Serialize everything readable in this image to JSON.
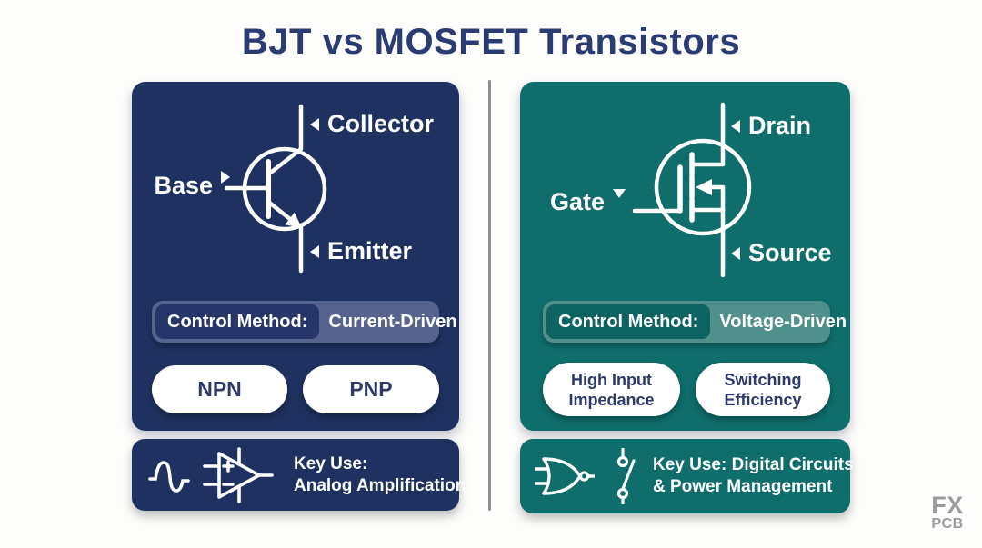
{
  "title": "BJT vs MOSFET Transistors",
  "watermark": {
    "line1": "FX",
    "line2": "PCB"
  },
  "colors": {
    "panel_navy": "#1e3160",
    "panel_teal": "#0f6d6b",
    "title_navy": "#2b3c74",
    "pill_text_navy": "#2b3a6b",
    "control_outer_navy": "#56638f",
    "control_inner_navy": "#26356a",
    "control_outer_teal": "#4f8f8c",
    "control_inner_teal": "#0d6361",
    "divider_gray": "#8f8f8f",
    "watermark_gray": "#9c9c9c"
  },
  "bjt": {
    "terminals": {
      "top": "Collector",
      "left": "Base",
      "bottom": "Emitter"
    },
    "control": {
      "label": "Control Method:",
      "value": "Current-Driven"
    },
    "types": [
      "NPN",
      "PNP"
    ],
    "key_use": {
      "line1": "Key Use:",
      "line2": "Analog Amplification",
      "icons": [
        "sine-wave",
        "op-amp"
      ]
    }
  },
  "mosfet": {
    "terminals": {
      "top": "Drain",
      "left": "Gate",
      "bottom": "Source"
    },
    "control": {
      "label": "Control Method:",
      "value": "Voltage-Driven"
    },
    "traits": [
      {
        "line1": "High Input",
        "line2": "Impedance"
      },
      {
        "line1": "Switching",
        "line2": "Efficiency"
      }
    ],
    "key_use": {
      "line1": "Key Use: Digital Circuits",
      "line2": "& Power Management",
      "icons": [
        "logic-gate",
        "switch"
      ]
    }
  }
}
